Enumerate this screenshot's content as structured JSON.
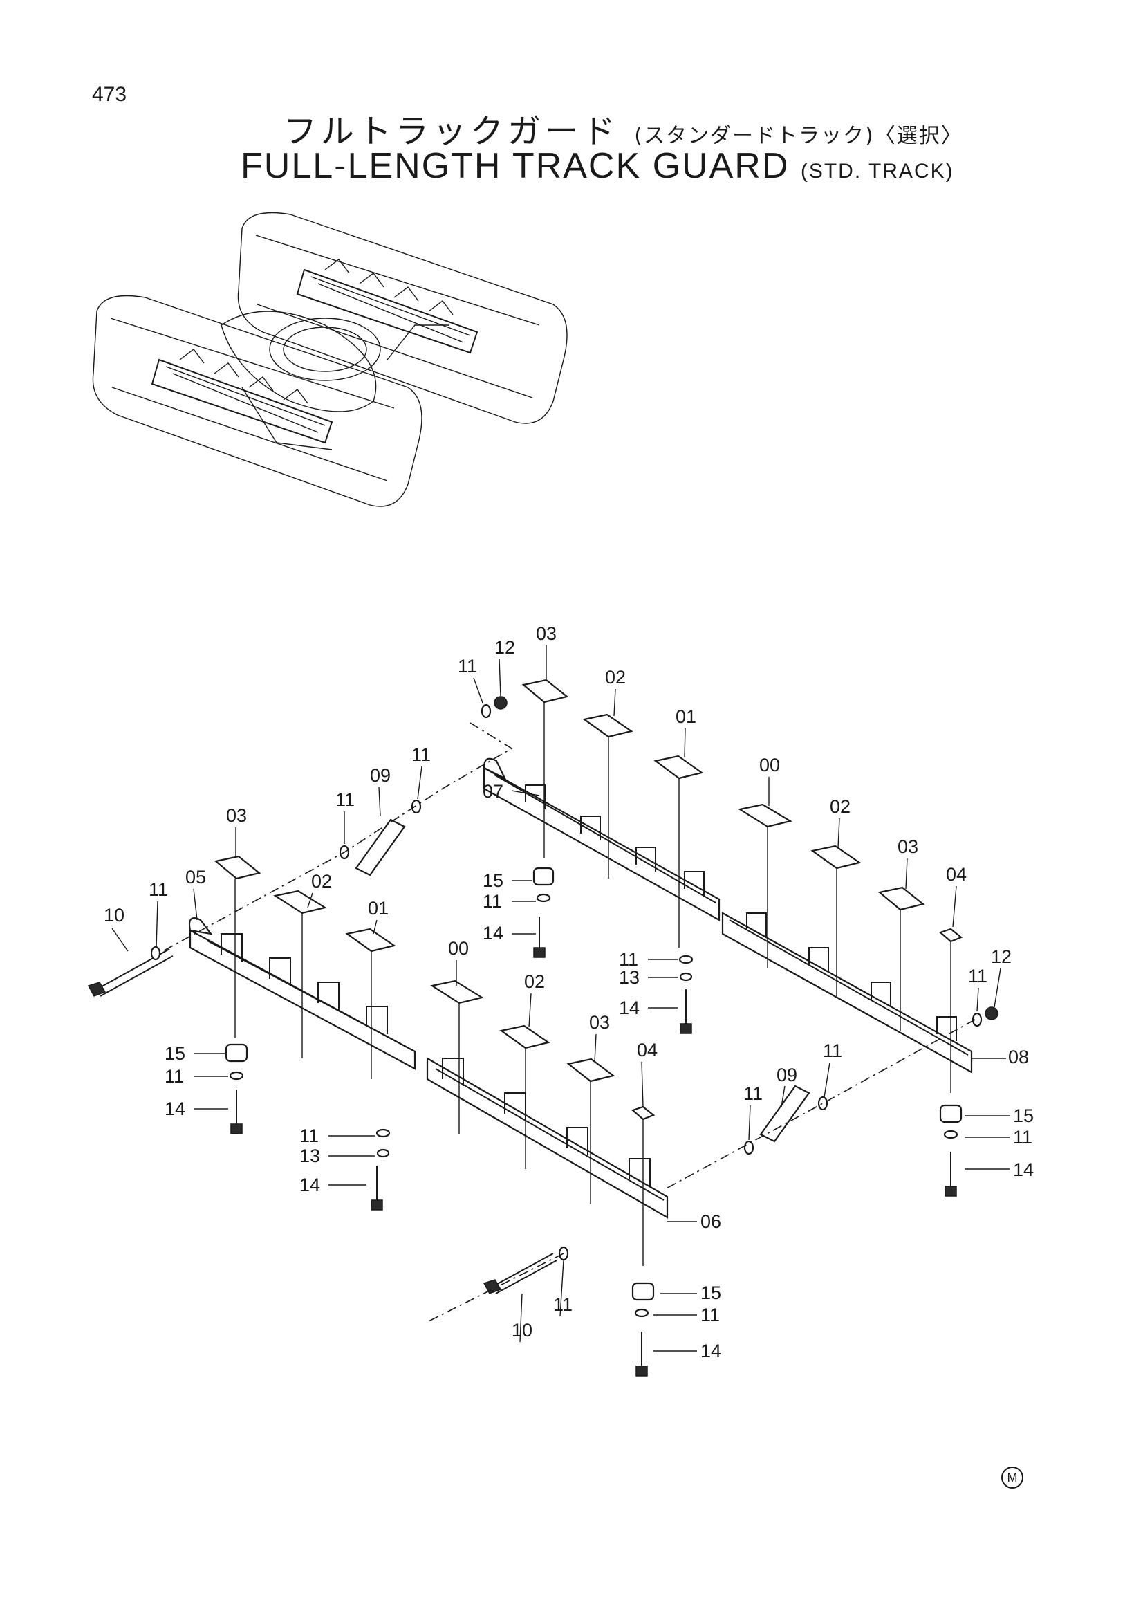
{
  "page": {
    "number": "473",
    "mark": "M"
  },
  "title": {
    "jp": "フルトラックガード",
    "jp_sub": "(スタンダードトラック)〈選択〉",
    "en": "FULL-LENGTH TRACK GUARD",
    "en_sub": "(STD. TRACK)"
  },
  "labels": {
    "l00a": "00",
    "l00b": "00",
    "l01a": "01",
    "l01b": "01",
    "l02a": "02",
    "l02b": "02",
    "l02c": "02",
    "l02d": "02",
    "l03a": "03",
    "l03b": "03",
    "l03c": "03",
    "l03d": "03",
    "l04a": "04",
    "l04b": "04",
    "l05": "05",
    "l06": "06",
    "l07": "07",
    "l08": "08",
    "l09a": "09",
    "l09b": "09",
    "l10a": "10",
    "l10b": "10",
    "l11a": "11",
    "l11b": "11",
    "l11c": "11",
    "l11d": "11",
    "l11e": "11",
    "l11f": "11",
    "l11g": "11",
    "l11h": "11",
    "l11i": "11",
    "l11j": "11",
    "l11k": "11",
    "l11l": "11",
    "l11m": "11",
    "l11n": "11",
    "l12a": "12",
    "l12b": "12",
    "l13a": "13",
    "l13b": "13",
    "l14a": "14",
    "l14b": "14",
    "l14c": "14",
    "l14d": "14",
    "l14e": "14",
    "l14f": "14",
    "l15a": "15",
    "l15b": "15",
    "l15c": "15",
    "l15d": "15"
  }
}
